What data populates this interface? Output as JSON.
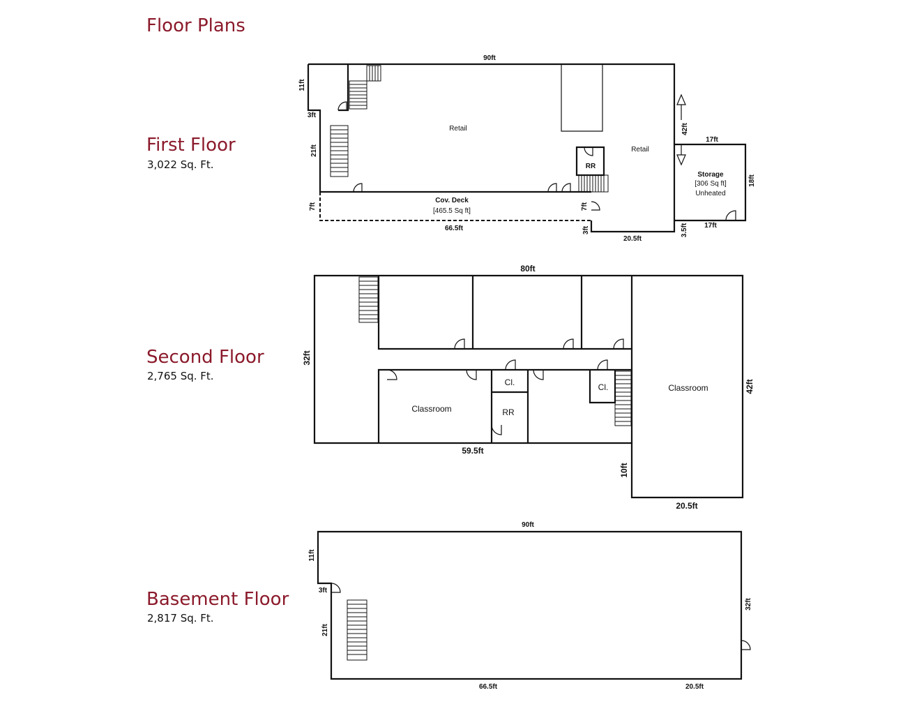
{
  "page": {
    "title": "Floor Plans"
  },
  "floors": [
    {
      "name": "First Floor",
      "area": "3,022 Sq. Ft.",
      "rooms": {
        "retail_left": "Retail",
        "retail_right": "Retail",
        "restroom": "RR",
        "deck_name": "Cov. Deck",
        "deck_area": "[465.5 Sq ft]",
        "storage_name": "Storage",
        "storage_area": "[306 Sq ft]",
        "storage_note": "Unheated"
      },
      "dims": {
        "top": "90ft",
        "left_upper": "11ft",
        "notch": "3ft",
        "left_lower": "21ft",
        "deck_depth": "7ft",
        "deck_length": "66.5ft",
        "deck_right": "7ft",
        "step": "3ft",
        "bottom_right": "20.5ft",
        "right_height": "42ft",
        "storage_top": "17ft",
        "storage_side": "18ft",
        "storage_bottom": "17ft",
        "storage_offset": "3.5ft"
      }
    },
    {
      "name": "Second Floor",
      "area": "2,765 Sq. Ft.",
      "rooms": {
        "classroom_left": "Classroom",
        "closet_1": "Cl.",
        "restroom": "RR",
        "closet_2": "Cl.",
        "classroom_right": "Classroom"
      },
      "dims": {
        "top": "80ft",
        "left": "32ft",
        "bottom_left": "59.5ft",
        "right": "42ft",
        "step": "10ft",
        "bottom_right": "20.5ft"
      }
    },
    {
      "name": "Basement Floor",
      "area": "2,817 Sq. Ft.",
      "dims": {
        "top": "90ft",
        "left_upper": "11ft",
        "notch": "3ft",
        "left_lower": "21ft",
        "right": "32ft",
        "bottom_left": "66.5ft",
        "bottom_right": "20.5ft"
      }
    }
  ]
}
